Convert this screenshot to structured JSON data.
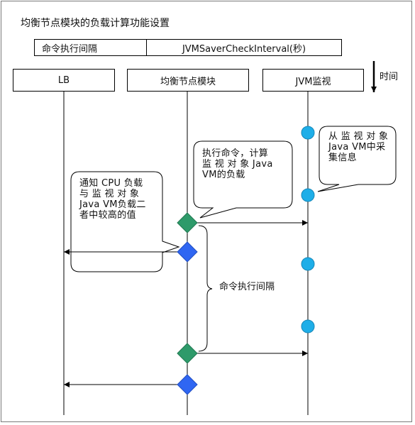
{
  "title": "均衡节点模块的负载计算功能设置",
  "parameter_table": {
    "name": "命令执行间隔",
    "value": "JVMSaverCheckInterval(秒)"
  },
  "lifelines": {
    "lb": "LB",
    "balance_node": "均衡节点模块",
    "jvm_monitor": "JVM监视"
  },
  "time_axis_label": "时间",
  "callouts": {
    "collect": "从 监 视 对 象\nJava VM中采\n集信息",
    "calculate": "执行命令，计算\n监 视 对 象 Java\nVM的负载",
    "notify": "通知 CPU 负载\n与 监 视 对 象\nJava VM负载二\n者中较高的值"
  },
  "interval_label": "命令执行间隔",
  "colors": {
    "sample_circle": "#1eaee8",
    "calc_diamond": "#2e9a6a",
    "notify_diamond": "#2f66f2",
    "line": "#000000"
  }
}
